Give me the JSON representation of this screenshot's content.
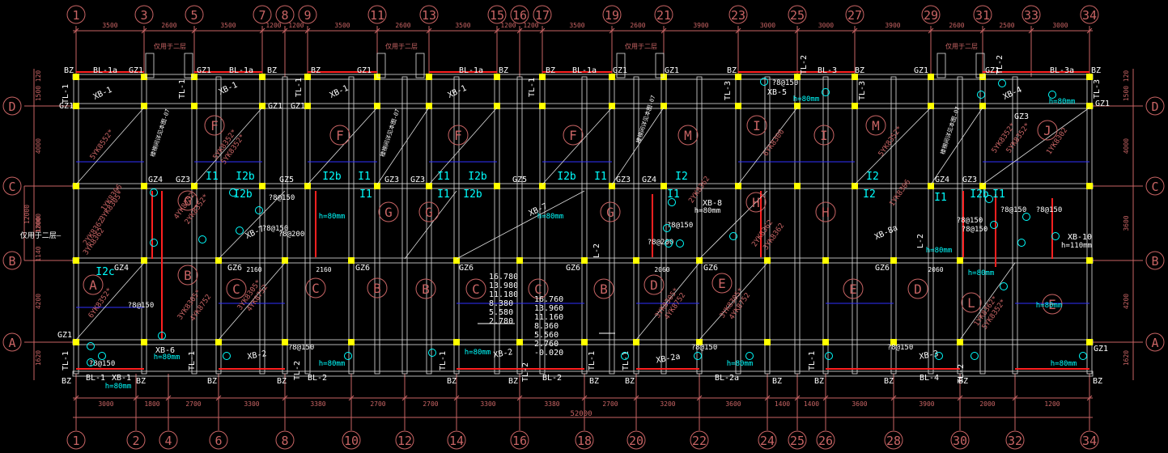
{
  "colors": {
    "background": "#000000",
    "axis": "#c86464",
    "wall": "#e0e0e0",
    "column": "#ffff00",
    "beam": "#ff2020",
    "rebar_text": "#00ffff",
    "text": "#ffffff",
    "dim": "#c86464",
    "blue": "#3030ff"
  },
  "axes_top": [
    "1",
    "3",
    "5",
    "7",
    "8",
    "9",
    "11",
    "13",
    "15",
    "16",
    "17",
    "19",
    "21",
    "23",
    "25",
    "27",
    "29",
    "31",
    "33",
    "34"
  ],
  "axes_bottom": [
    "1",
    "2",
    "4",
    "6",
    "8",
    "10",
    "12",
    "14",
    "16",
    "18",
    "20",
    "22",
    "24",
    "25",
    "26",
    "28",
    "30",
    "32",
    "34"
  ],
  "axes_rows": [
    "D",
    "C",
    "B",
    "A"
  ],
  "dims_top": [
    "3500",
    "2600",
    "3500",
    "1200",
    "1200",
    "3500",
    "2600",
    "3500",
    "1200",
    "1200",
    "3500",
    "2600",
    "3900",
    "3000",
    "3000",
    "3900",
    "2600",
    "2500",
    "3000"
  ],
  "dims_bottom": [
    "3000",
    "1800",
    "2700",
    "3300",
    "3380",
    "2700",
    "2700",
    "3300",
    "3380",
    "2700",
    "3200",
    "3600",
    "1400",
    "1400",
    "3600",
    "3900",
    "2000",
    "1200",
    "3600"
  ],
  "dim_total": "52000",
  "dims_left": [
    "120",
    "1500",
    "4000",
    "12000",
    "1800",
    "1140",
    "4200",
    "1620"
  ],
  "dims_right": [
    "120",
    "1500",
    "4000",
    "3600",
    "4200",
    "1620"
  ],
  "text_yong_yu_er_ceng": "仅用于二层",
  "elevations_1": [
    "16.780",
    "13.980",
    "11.180",
    "8.380",
    "5.580",
    "2.780"
  ],
  "elevations_2": [
    "16.760",
    "13.960",
    "11.160",
    "8.360",
    "5.560",
    "2.760",
    "-0.020"
  ],
  "labels": {
    "BZ": "BZ",
    "GZ1": "GZ1",
    "GZ3": "GZ3",
    "GZ4": "GZ4",
    "GZ5": "GZ5",
    "GZ6": "GZ6",
    "BL_1a": "BL-1a",
    "BL_1": "BL-1",
    "BL_2": "BL-2",
    "BL_2a": "BL-2a",
    "BL_3": "BL-3",
    "BL_3a": "BL-3a",
    "BL_4": "BL-4",
    "XB_1": "XB-1",
    "XB_2": "XB-2",
    "XB_2a": "XB-2a",
    "XB_3": "XB-3",
    "XB_4": "XB-4",
    "XB_5": "XB-5",
    "XB_6": "XB-6",
    "XB_7": "XB-7",
    "XB_8": "XB-8",
    "XB_8a": "XB-8a",
    "XB_10": "XB-10",
    "TL_1": "TL-1",
    "TL_2": "TL-2",
    "TL_3": "TL-3",
    "L_2": "L-2",
    "h80": "h=80mm",
    "h110": "h=110mm",
    "rebar_150": "?8@150",
    "rebar_200": "?8@200",
    "r2160": "2160",
    "r2060": "2060",
    "I1": "I1",
    "I2b": "I2b",
    "I2c": "I2c",
    "I2": "I2",
    "stair": "楼梯间详见本图-07",
    "v5YK": "5YK8552*",
    "v5YK2": "5YK8352*",
    "v1YK": "1YK8306",
    "v3YK": "3YK8305*",
    "v2YK": "2YK8362",
    "v3YK2": "3YK8362",
    "v4YK": "4YK8752",
    "v2YK2": "2YK8352*",
    "v1YK3": "1YK8362*",
    "v6YK": "6YK8306",
    "v5YK3": "5YK8352*",
    "v1YK4": "1YK8302",
    "v6YK2": "6YK8352*"
  },
  "room_letters": [
    {
      "id": "F1",
      "t": "F"
    },
    {
      "id": "F2",
      "t": "F"
    },
    {
      "id": "F3",
      "t": "F"
    },
    {
      "id": "F4",
      "t": "F"
    },
    {
      "id": "M1",
      "t": "M"
    },
    {
      "id": "I1",
      "t": "I"
    },
    {
      "id": "I2",
      "t": "I"
    },
    {
      "id": "M2",
      "t": "M"
    },
    {
      "id": "J1",
      "t": "J"
    },
    {
      "id": "G1",
      "t": "G"
    },
    {
      "id": "G2",
      "t": "G"
    },
    {
      "id": "G3",
      "t": "G"
    },
    {
      "id": "G4",
      "t": "G"
    },
    {
      "id": "H1",
      "t": "H"
    },
    {
      "id": "H2",
      "t": "H"
    },
    {
      "id": "A1",
      "t": "A"
    },
    {
      "id": "B1",
      "t": "B"
    },
    {
      "id": "C1",
      "t": "C"
    },
    {
      "id": "C2",
      "t": "C"
    },
    {
      "id": "B2",
      "t": "B"
    },
    {
      "id": "B3",
      "t": "B"
    },
    {
      "id": "C3",
      "t": "C"
    },
    {
      "id": "C4",
      "t": "C"
    },
    {
      "id": "B4",
      "t": "B"
    },
    {
      "id": "D1",
      "t": "D"
    },
    {
      "id": "E1",
      "t": "E"
    },
    {
      "id": "E2",
      "t": "E"
    },
    {
      "id": "D2",
      "t": "D"
    },
    {
      "id": "L1",
      "t": "L"
    },
    {
      "id": "E3",
      "t": "E"
    }
  ]
}
